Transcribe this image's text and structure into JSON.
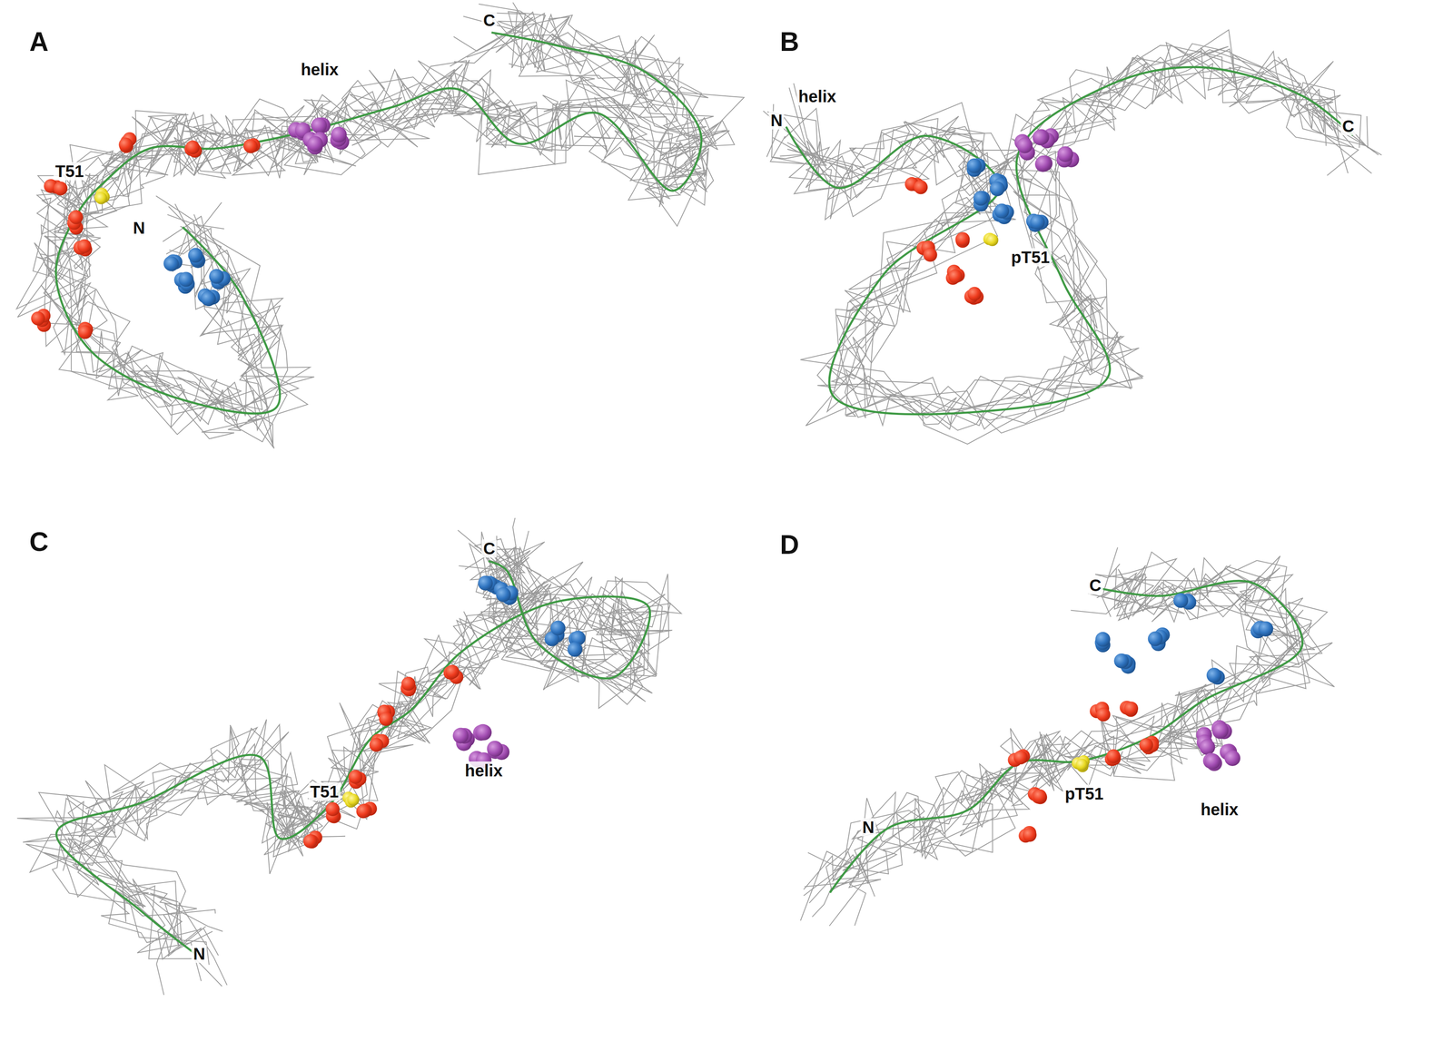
{
  "diagram": {
    "labels": [
      "A",
      "C",
      "helix",
      "T51",
      "N",
      "B",
      "helix",
      "N",
      "C",
      "pT51",
      "C",
      "C",
      "helix",
      "T51",
      "N",
      "D",
      "C",
      "pT51",
      "helix",
      "N"
    ]
  }
}
